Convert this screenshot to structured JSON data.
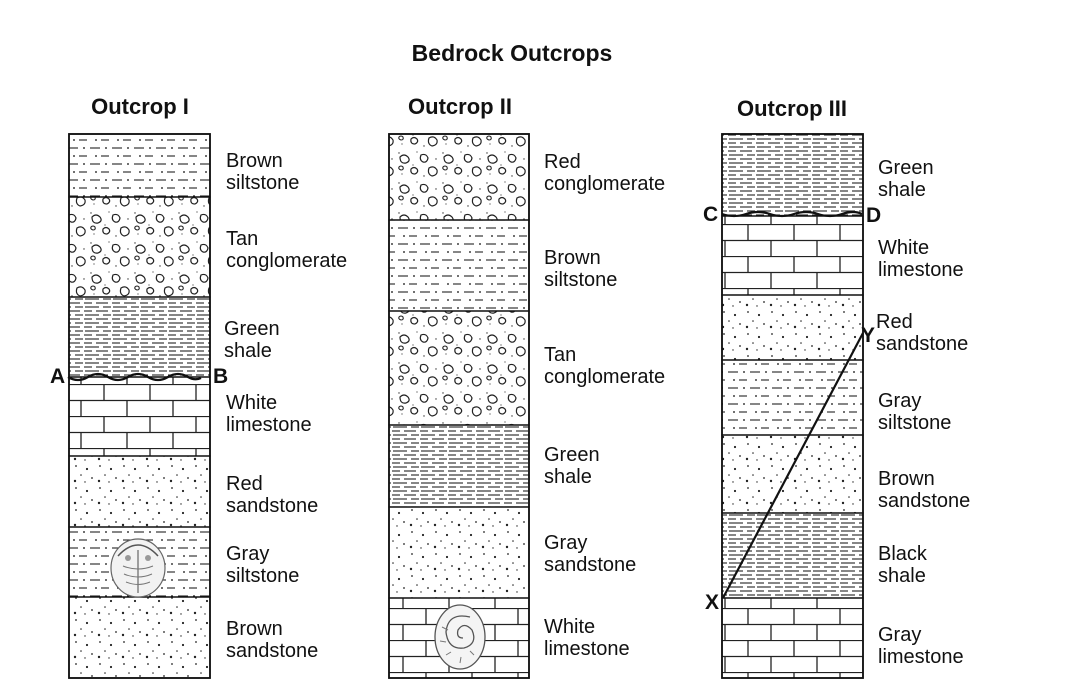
{
  "title": "Bedrock Outcrops",
  "outcrops": [
    {
      "name": "Outcrop I",
      "layers": [
        {
          "rock": "Brown siltstone",
          "pattern": "siltstone",
          "line1": "Brown",
          "line2": "siltstone"
        },
        {
          "rock": "Tan conglomerate",
          "pattern": "conglomerate",
          "line1": "Tan",
          "line2": "conglomerate"
        },
        {
          "rock": "Green shale",
          "pattern": "shale",
          "line1": "Green",
          "line2": "shale"
        },
        {
          "rock": "White limestone",
          "pattern": "limestone",
          "line1": "White",
          "line2": "limestone"
        },
        {
          "rock": "Red sandstone",
          "pattern": "sandstone",
          "line1": "Red",
          "line2": "sandstone"
        },
        {
          "rock": "Gray siltstone",
          "pattern": "siltstone",
          "line1": "Gray",
          "line2": "siltstone",
          "fossil": "trilobite"
        },
        {
          "rock": "Brown sandstone",
          "pattern": "sandstone",
          "line1": "Brown",
          "line2": "sandstone"
        }
      ]
    },
    {
      "name": "Outcrop II",
      "layers": [
        {
          "rock": "Red conglomerate",
          "pattern": "conglomerate",
          "line1": "Red",
          "line2": "conglomerate"
        },
        {
          "rock": "Brown siltstone",
          "pattern": "siltstone",
          "line1": "Brown",
          "line2": "siltstone"
        },
        {
          "rock": "Tan conglomerate",
          "pattern": "conglomerate",
          "line1": "Tan",
          "line2": "conglomerate"
        },
        {
          "rock": "Green shale",
          "pattern": "shale",
          "line1": "Green",
          "line2": "shale"
        },
        {
          "rock": "Gray sandstone",
          "pattern": "sandstone",
          "line1": "Gray",
          "line2": "sandstone"
        },
        {
          "rock": "White limestone",
          "pattern": "limestone",
          "line1": "White",
          "line2": "limestone",
          "fossil": "ammonite"
        }
      ]
    },
    {
      "name": "Outcrop III",
      "layers": [
        {
          "rock": "Green shale",
          "pattern": "shale",
          "line1": "Green",
          "line2": "shale"
        },
        {
          "rock": "White limestone",
          "pattern": "limestone",
          "line1": "White",
          "line2": "limestone"
        },
        {
          "rock": "Red sandstone",
          "pattern": "sandstone",
          "line1": "Red",
          "line2": "sandstone"
        },
        {
          "rock": "Gray siltstone",
          "pattern": "siltstone",
          "line1": "Gray",
          "line2": "siltstone"
        },
        {
          "rock": "Brown sandstone",
          "pattern": "sandstone",
          "line1": "Brown",
          "line2": "sandstone"
        },
        {
          "rock": "Black shale",
          "pattern": "shale",
          "line1": "Black",
          "line2": "shale"
        },
        {
          "rock": "Gray limestone",
          "pattern": "limestone",
          "line1": "Gray",
          "line2": "limestone"
        }
      ]
    }
  ],
  "points": {
    "A": "A",
    "B": "B",
    "C": "C",
    "D": "D",
    "X": "X",
    "Y": "Y"
  }
}
